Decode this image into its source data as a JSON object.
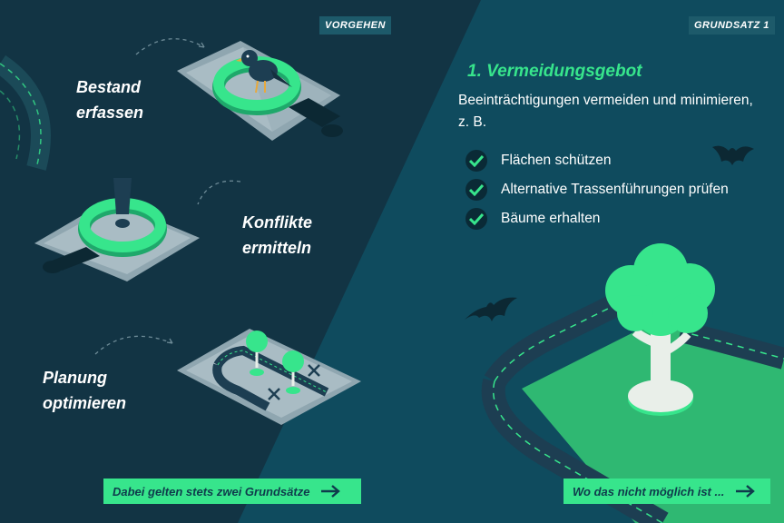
{
  "left_tag": "VORGEHEN",
  "right_tag": "GRUNDSATZ 1",
  "steps": [
    {
      "line1": "Bestand",
      "line2": "erfassen"
    },
    {
      "line1": "Konflikte",
      "line2": "ermitteln"
    },
    {
      "line1": "Planung",
      "line2": "optimieren"
    }
  ],
  "principle": {
    "heading": "1. Vermeidungsgebot",
    "description": "Beeinträchtigungen vermeiden und minimieren, z. B.",
    "items": [
      "Flächen schützen",
      "Alternative Trassenführungen prüfen",
      "Bäume erhalten"
    ]
  },
  "buttons": {
    "left": "Dabei gelten stets zwei Grundsätze",
    "right": "Wo das nicht möglich ist ..."
  },
  "colors": {
    "accent": "#37e58c",
    "background_dark": "#123444",
    "background_light": "#0f4b5e"
  }
}
